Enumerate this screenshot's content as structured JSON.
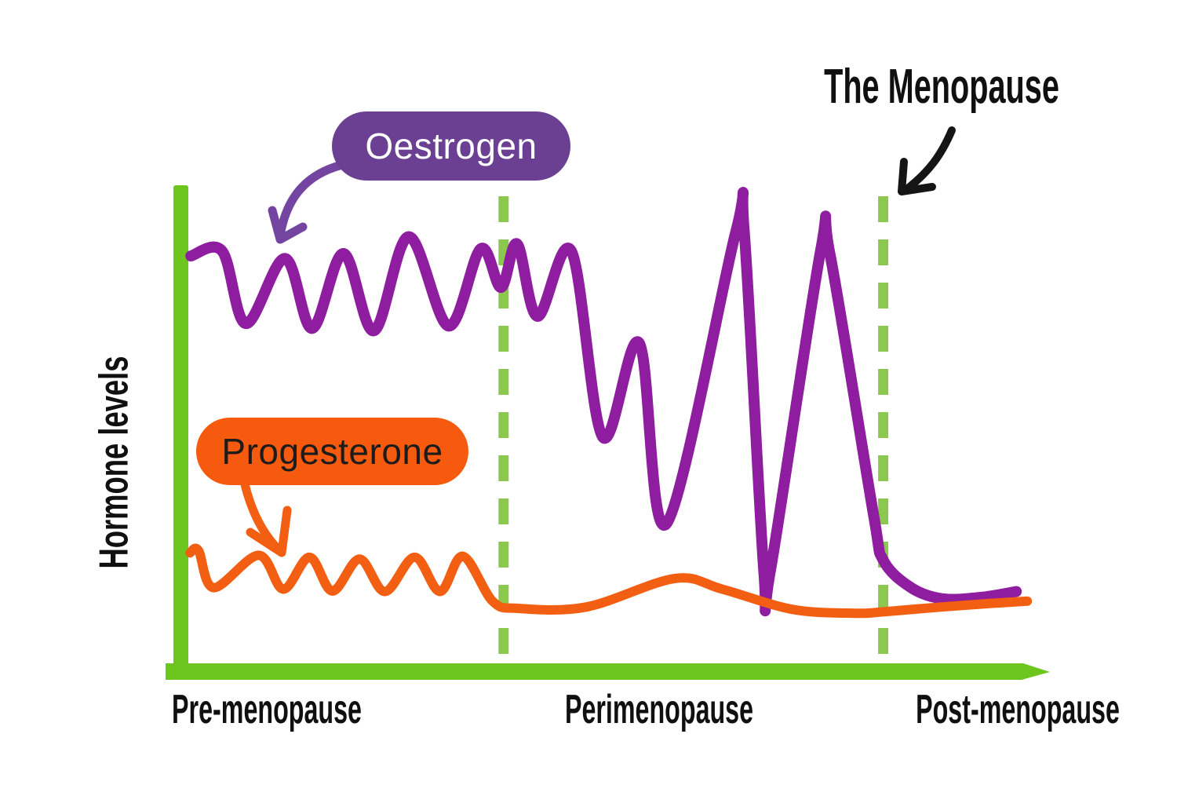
{
  "title": "The Menopause",
  "y_axis_label": "Hormone levels",
  "legend": {
    "oestrogen": "Oestrogen",
    "progesterone": "Progesterone"
  },
  "colors": {
    "axis_green": "#6cc61e",
    "boundary_dash_green": "#8cc84f",
    "oestrogen_curve_purple": "#8e1d9f",
    "oestrogen_pill_purple": "#6b4093",
    "oestrogen_arrow_purple": "#7445a0",
    "progesterone_orange": "#f35f12",
    "text_black": "#101010"
  },
  "chart_data": {
    "type": "line",
    "title": "The Menopause",
    "xlabel": "",
    "ylabel": "Hormone levels",
    "x_range": [
      0,
      100
    ],
    "ylim": [
      0,
      100
    ],
    "grid": false,
    "legend_position": "inline-callout-pills",
    "phases": [
      {
        "label": "Pre-menopause",
        "x_span": [
          0,
          37.2
        ]
      },
      {
        "label": "Perimenopause",
        "x_span": [
          37.2,
          82.0
        ]
      },
      {
        "label": "Post-menopause",
        "x_span": [
          82.0,
          100
        ]
      }
    ],
    "phase_boundaries_x": [
      37.2,
      82.0
    ],
    "annotations": [
      {
        "text": "The Menopause",
        "points_to": "phase boundary at x=82 (menopause moment)"
      },
      {
        "text": "Oestrogen",
        "points_to": "purple hormone curve"
      },
      {
        "text": "Progesterone",
        "points_to": "orange hormone curve"
      }
    ],
    "series": [
      {
        "name": "Oestrogen",
        "color": "#8e1d9f",
        "points": [
          [
            0.3,
            86
          ],
          [
            4.0,
            87
          ],
          [
            6.8,
            72
          ],
          [
            11.4,
            85.5
          ],
          [
            14.6,
            71
          ],
          [
            18.3,
            86.5
          ],
          [
            21.9,
            70.5
          ],
          [
            26.0,
            90
          ],
          [
            30.7,
            71.5
          ],
          [
            34.5,
            87.5
          ],
          [
            36.9,
            79.5
          ],
          [
            38.8,
            88.5
          ],
          [
            41.2,
            73.5
          ],
          [
            45.2,
            87
          ],
          [
            48.9,
            48.5
          ],
          [
            53.2,
            68
          ],
          [
            56.4,
            30.5
          ],
          [
            64.6,
            91
          ],
          [
            65.6,
            91
          ],
          [
            67.9,
            21
          ],
          [
            68.7,
            21
          ],
          [
            74.6,
            87
          ],
          [
            75.7,
            86.5
          ],
          [
            80.8,
            33
          ],
          [
            82.0,
            23
          ],
          [
            85.3,
            17.3
          ],
          [
            89.0,
            15.0
          ],
          [
            93.6,
            15.3
          ],
          [
            97.7,
            16.5
          ]
        ]
      },
      {
        "name": "Progesterone",
        "color": "#f35f12",
        "points": [
          [
            0.2,
            24.5
          ],
          [
            1.2,
            25
          ],
          [
            3.0,
            17.3
          ],
          [
            8.3,
            24
          ],
          [
            11.2,
            17
          ],
          [
            14.3,
            23.6
          ],
          [
            17.0,
            16.6
          ],
          [
            20.2,
            23.2
          ],
          [
            23.2,
            16.5
          ],
          [
            26.7,
            23.6
          ],
          [
            29.7,
            16.5
          ],
          [
            32.4,
            23.8
          ],
          [
            35.9,
            14.5
          ],
          [
            38.9,
            13.0
          ],
          [
            47.0,
            13.3
          ],
          [
            57.4,
            19.2
          ],
          [
            63.0,
            17.0
          ],
          [
            71.3,
            12.8
          ],
          [
            78.7,
            12.0
          ],
          [
            82.0,
            12.3
          ],
          [
            88.9,
            13.3
          ],
          [
            94.4,
            14.0
          ],
          [
            99.0,
            14.5
          ]
        ]
      }
    ]
  }
}
